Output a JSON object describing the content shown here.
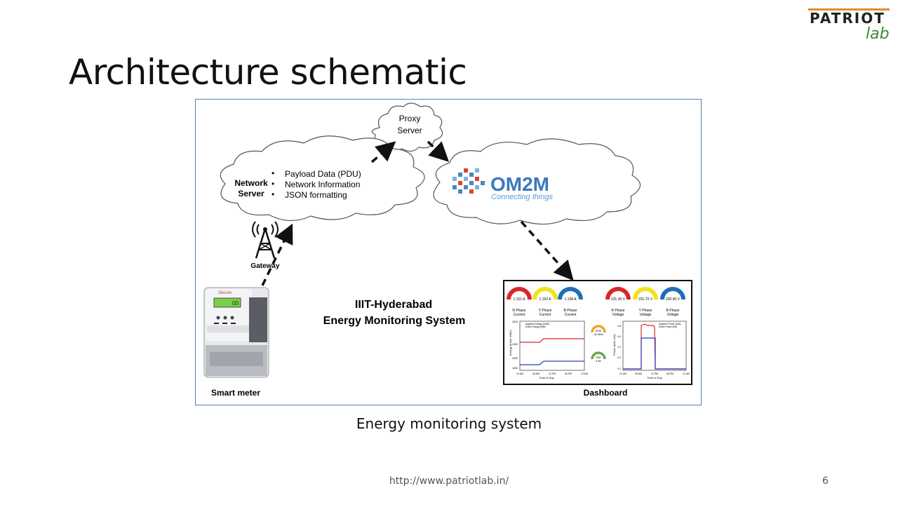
{
  "slide": {
    "title": "Architecture schematic",
    "caption": "Energy monitoring system",
    "footer_url": "http://www.patriotlab.in/",
    "page_number": "6"
  },
  "logo": {
    "line1": "PATRIOT",
    "line2": "lab"
  },
  "diagram": {
    "proxy_server": [
      "Proxy",
      "Server"
    ],
    "network_server": [
      "Network",
      "Server"
    ],
    "payload_items": [
      "Payload Data (PDU)",
      "Network Information",
      "JSON formatting"
    ],
    "om2m": {
      "name": "OM2M",
      "tagline": "Connecting things"
    },
    "gateway_label": "Gateway",
    "system_title": [
      "IIIT-Hyderabad",
      "Energy Monitoring System"
    ],
    "smart_meter_label": "Smart meter",
    "dashboard_label": "Dashboard",
    "meter_brand": "Secure",
    "dashboard": {
      "gauges": [
        {
          "value": "1.151 A",
          "label": [
            "R Phase",
            "Current"
          ],
          "color": "#d9262b"
        },
        {
          "value": "1.152 A",
          "label": [
            "Y Phase",
            "Current"
          ],
          "color": "#f2e21c"
        },
        {
          "value": "1.158 A",
          "label": [
            "B Phase",
            "Current"
          ],
          "color": "#1f6fb8"
        },
        {
          "value": "231.30 V",
          "label": [
            "R Phase",
            "Voltage"
          ],
          "color": "#d9262b"
        },
        {
          "value": "231.70 V",
          "label": [
            "Y Phase",
            "Voltage"
          ],
          "color": "#f2e21c"
        },
        {
          "value": "230.90 V",
          "label": [
            "B Phase",
            "Voltage"
          ],
          "color": "#1f6fb8"
        }
      ],
      "mini_gauges": [
        {
          "value": [
            "RSSI",
            "-60 dBm"
          ],
          "color": "#e8a92a"
        },
        {
          "value": [
            "SNR",
            "9 dB"
          ],
          "color": "#6aa84f"
        }
      ],
      "left_chart": {
        "ylabel": "Energy (kVAh, kWh)",
        "xlabel": "Time of Day",
        "yticks": [
          "3000",
          "2400",
          "2000",
          "1800"
        ],
        "xticks": [
          "12 AM",
          "06 AM",
          "12 PM",
          "06 PM",
          "12 AM"
        ],
        "legend": [
          "Apparent Energy (kVAh)",
          "Active Energy (kWh)"
        ]
      },
      "right_chart": {
        "ylabel": "Power (kVA, kW)",
        "xlabel": "Time of Day",
        "yticks": [
          "0.8",
          "0.6",
          "0.4",
          "0.2",
          "0.0"
        ],
        "xticks": [
          "12 AM",
          "06 AM",
          "12 PM",
          "06 PM",
          "12 AM"
        ],
        "legend": [
          "Apparent Power (kVA)",
          "Active Power (kW)"
        ]
      }
    }
  }
}
